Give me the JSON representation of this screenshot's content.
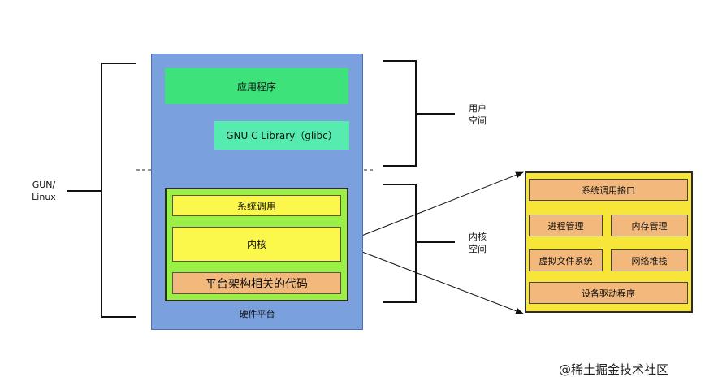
{
  "platform": {
    "hardware_label": "硬件平台"
  },
  "user_space": {
    "app_label": "应用程序",
    "glibc_label": "GNU C Library（glibc）",
    "side_label_line1": "用户",
    "side_label_line2": "空间"
  },
  "kernel_space": {
    "syscall_label": "系统调用",
    "kernel_label": "内核",
    "arch_label": "平台架构相关的代码",
    "side_label_line1": "内核",
    "side_label_line2": "空间"
  },
  "gnu_linux": {
    "line1": "GUN/",
    "line2": "Linux"
  },
  "kernel_detail": {
    "syscall_interface": "系统调用接口",
    "process_mgmt": "进程管理",
    "memory_mgmt": "内存管理",
    "vfs": "虚拟文件系统",
    "network_stack": "网络堆栈",
    "device_drivers": "设备驱动程序"
  },
  "watermark": "@稀土掘金技术社区",
  "colors": {
    "platform": "#7ba0de",
    "app": "#3ee27a",
    "glibc": "#56ecb0",
    "kernel_region": "#9bf046",
    "yellow": "#fbf84b",
    "orange": "#f2b87c",
    "detail_panel": "#f7e53a"
  }
}
